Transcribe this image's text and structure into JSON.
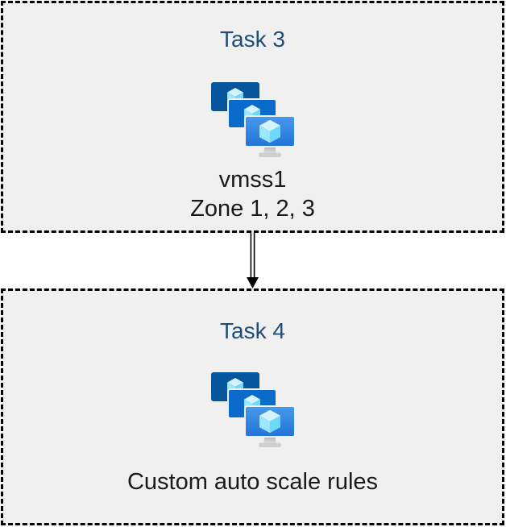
{
  "diagram": {
    "background": "#ffffff",
    "box_background": "#f0f0f0",
    "box_border_color": "#000000",
    "box_border_style": "dashed",
    "title_color": "#1f4e79",
    "label_color": "#1a1a1a"
  },
  "boxes": [
    {
      "title": "Task 3",
      "icon": "virtual-machine-scale-sets",
      "labels": [
        "vmss1",
        "Zone 1, 2, 3"
      ]
    },
    {
      "title": "Task 4",
      "icon": "virtual-machine-scale-sets",
      "labels": [
        "Custom auto scale rules"
      ]
    }
  ],
  "connector": {
    "type": "double-line-arrow",
    "direction": "down"
  },
  "icon_colors": {
    "monitor_back": "#04559c",
    "monitor_middle": "#0b6bcb",
    "monitor_front_top": "#4a9aec",
    "monitor_front_bottom": "#2272d8",
    "cube_top": "#d6f4ff",
    "cube_left": "#9be7ff",
    "cube_right": "#6bd9f8",
    "stand_light": "#e0e0e0",
    "stand_dark": "#a8a8a8"
  }
}
